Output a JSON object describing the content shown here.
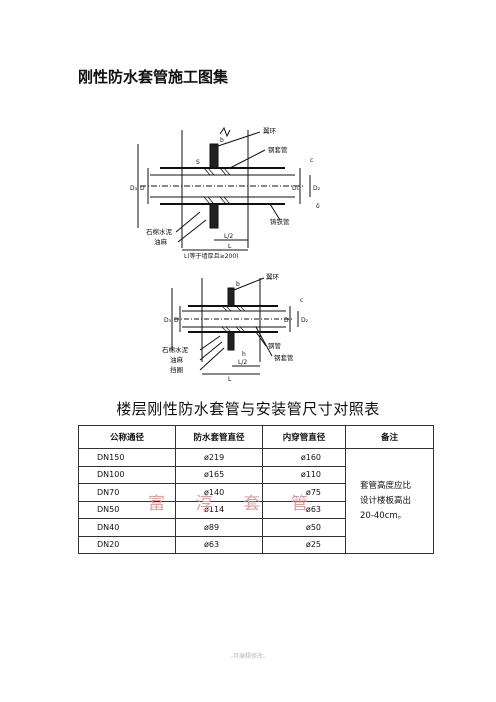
{
  "document": {
    "title": "刚性防水套管施工图集"
  },
  "drawing_top": {
    "labels": {
      "ring": "翼环",
      "steel_pipe": "钢套管",
      "cast_iron_pipe": "铸铁管",
      "asbestos_cement": "石棉水泥",
      "oil_hemp": "油麻",
      "b": "b",
      "c": "c",
      "d_big": "D",
      "d1": "D₁",
      "d2": "D₂",
      "d3": "D₃",
      "l2": "L/2",
      "l": "L",
      "l_note": "L(等于墙厚且≥200)",
      "s": "S",
      "r": "δ"
    }
  },
  "drawing_bottom": {
    "labels": {
      "ring": "翼环",
      "steel_pipe": "钢套管",
      "steel_plate": "钢管",
      "asbestos_cement": "石棉水泥",
      "oil_hemp": "油麻",
      "stop_ring": "挡圈",
      "l2": "L/2",
      "l": "L",
      "d1": "D₁",
      "d2": "D₂",
      "d3": "D₃",
      "d_big": "D",
      "b": "b",
      "c": "c",
      "h": "h"
    }
  },
  "table": {
    "title": "楼层刚性防水套管与安装管尺寸对照表",
    "headers": [
      "公称通径",
      "防水套管直径",
      "内穿管直径",
      "备注"
    ],
    "rows": [
      [
        "DN150",
        "ø219",
        "ø160"
      ],
      [
        "DN100",
        "ø165",
        "ø110"
      ],
      [
        "DN70",
        "ø140",
        "ø75"
      ],
      [
        "DN50",
        "ø114",
        "ø63"
      ],
      [
        "DN40",
        "ø89",
        "ø50"
      ],
      [
        "DN20",
        "ø63",
        "ø25"
      ]
    ],
    "note_lines": [
      "套管高度应比",
      "设计楼板高出",
      "20-40cm。"
    ]
  },
  "watermark": [
    "富",
    "淳",
    "套",
    "管"
  ],
  "footer": "-可编辑修改-"
}
